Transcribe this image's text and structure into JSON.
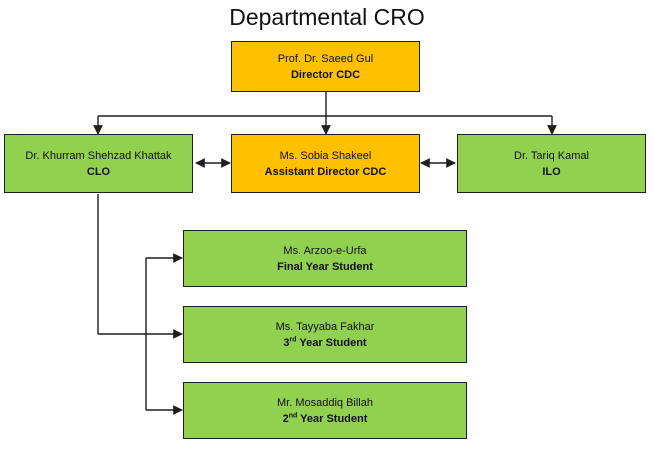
{
  "title": "Departmental CRO",
  "colors": {
    "leadership": "#ffc000",
    "member": "#92d050",
    "line": "#1f1f1f"
  },
  "nodes": {
    "director": {
      "name": "Prof. Dr. Saeed Gul",
      "role": "Director CDC"
    },
    "assistant_director": {
      "name": "Ms. Sobia Shakeel",
      "role": "Assistant Director CDC"
    },
    "clo": {
      "name": "Dr. Khurram Shehzad Khattak",
      "role": "CLO"
    },
    "ilo": {
      "name": "Dr. Tariq Kamal",
      "role": "ILO"
    },
    "student_final": {
      "name": "Ms. Arzoo-e-Urfa",
      "role": "Final Year Student"
    },
    "student_third": {
      "name": "Ms. Tayyaba Fakhar",
      "role_ordinal": "3",
      "role_suffix": "rd",
      "role_rest": " Year Student"
    },
    "student_second": {
      "name": "Mr. Mosaddiq Billah",
      "role_ordinal": "2",
      "role_suffix": "nd",
      "role_rest": " Year Student"
    }
  }
}
